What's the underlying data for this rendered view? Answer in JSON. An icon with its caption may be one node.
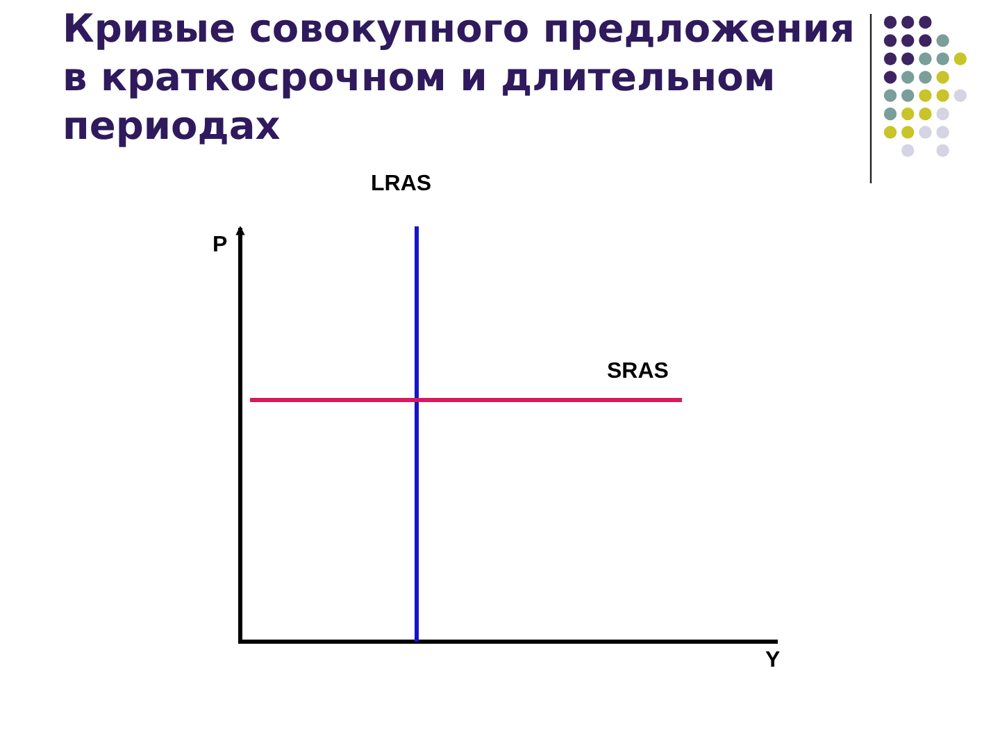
{
  "diagram": {
    "title": "Кривые совокупного предложения в краткосрочном и длительном периодах",
    "labels": [
      "LRAS",
      "P",
      "SRAS",
      "Y"
    ]
  }
}
